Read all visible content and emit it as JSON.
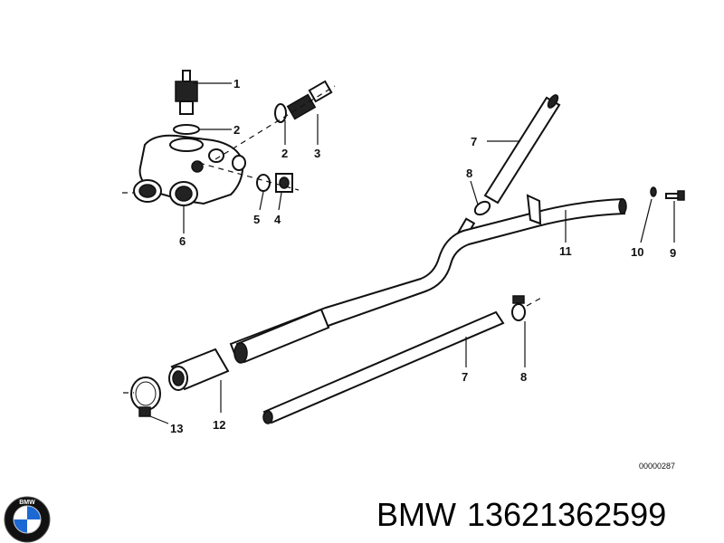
{
  "diagram": {
    "drawing_number": "00000287",
    "callouts": [
      {
        "id": "c1",
        "text": "1"
      },
      {
        "id": "c2a",
        "text": "2"
      },
      {
        "id": "c2b",
        "text": "2"
      },
      {
        "id": "c3",
        "text": "3"
      },
      {
        "id": "c4",
        "text": "4"
      },
      {
        "id": "c5",
        "text": "5"
      },
      {
        "id": "c6",
        "text": "6"
      },
      {
        "id": "c7a",
        "text": "7"
      },
      {
        "id": "c8a",
        "text": "8"
      },
      {
        "id": "c11",
        "text": "11"
      },
      {
        "id": "c10",
        "text": "10"
      },
      {
        "id": "c9",
        "text": "9"
      },
      {
        "id": "c7b",
        "text": "7"
      },
      {
        "id": "c8b",
        "text": "8"
      },
      {
        "id": "c12",
        "text": "12"
      },
      {
        "id": "c13",
        "text": "13"
      }
    ]
  },
  "caption": {
    "brand": "BMW",
    "part_number": "13621362599"
  },
  "logo": {
    "letters": "BMW",
    "colors": {
      "ring": "#111111",
      "blue": "#1c69d4",
      "white": "#ffffff"
    }
  }
}
